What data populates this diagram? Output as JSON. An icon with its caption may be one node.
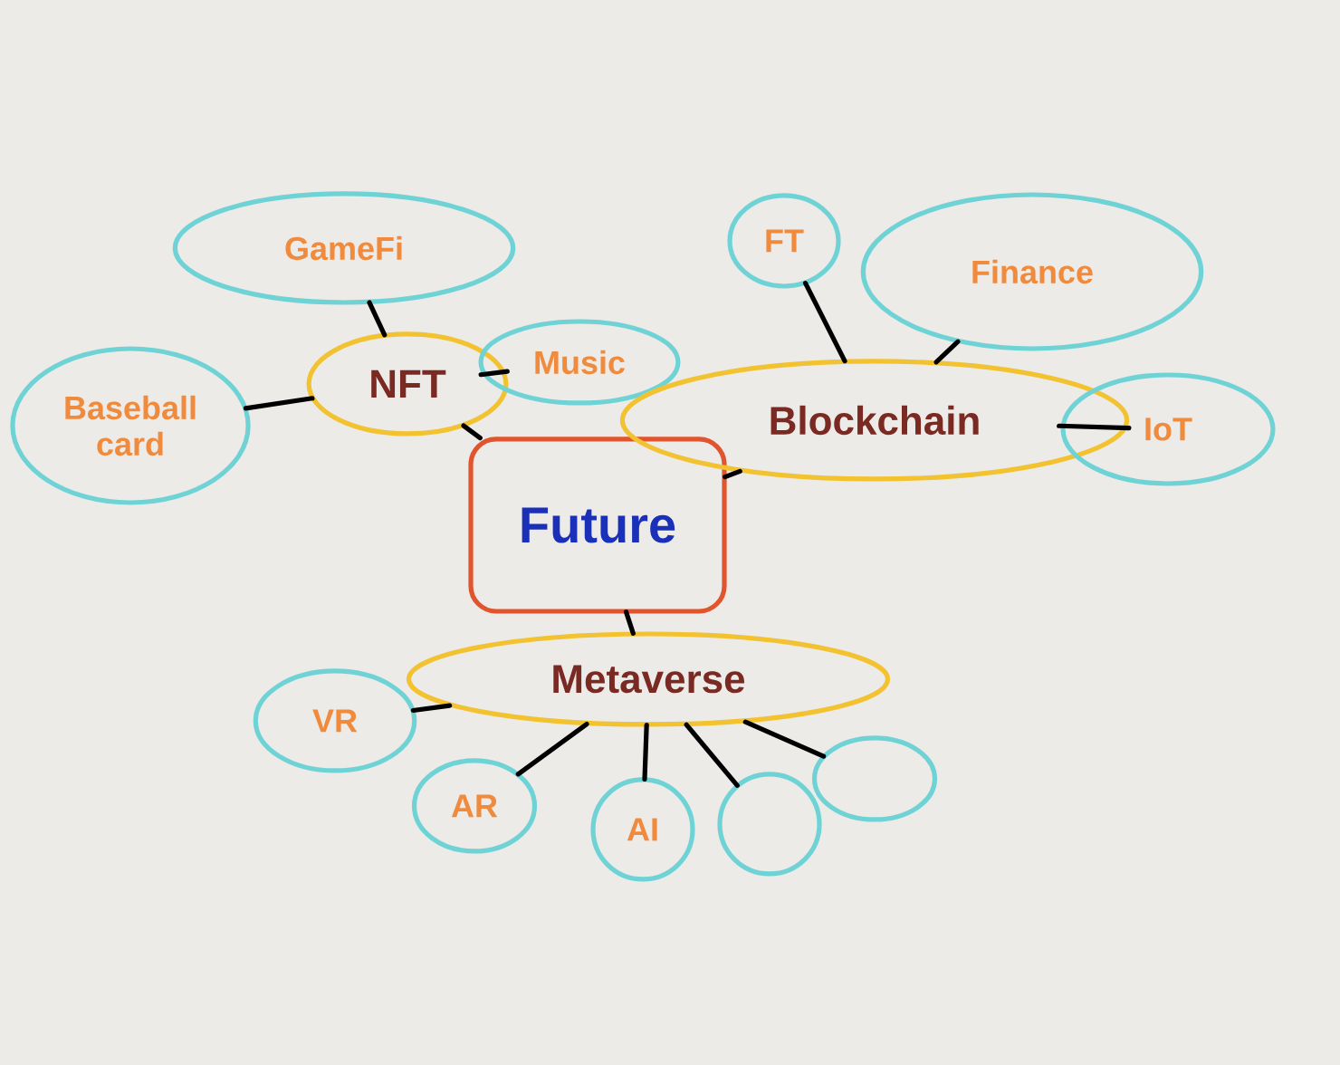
{
  "diagram": {
    "nodes": [
      {
        "text": [
          "Future"
        ]
      },
      {
        "text": [
          "NFT"
        ]
      },
      {
        "text": [
          "GameFi"
        ]
      },
      {
        "text": [
          "Baseball card"
        ]
      },
      {
        "text": [
          "Music"
        ]
      },
      {
        "text": [
          "Blockchain"
        ]
      },
      {
        "text": [
          "FT"
        ]
      },
      {
        "text": [
          "Finance"
        ]
      },
      {
        "text": [
          "IoT"
        ]
      },
      {
        "text": [
          "Metaverse"
        ]
      },
      {
        "text": [
          "VR"
        ]
      },
      {
        "text": [
          "AR"
        ]
      },
      {
        "text": [
          "AI"
        ]
      },
      {
        "text": [],
        "shape": "circle"
      },
      {
        "text": [],
        "shape": "circle"
      }
    ],
    "edges": [
      {
        "from": 1,
        "to": 2,
        "arrow": "none"
      },
      {
        "from": 1,
        "to": 3,
        "arrow": "none"
      },
      {
        "from": 1,
        "to": 4,
        "arrow": "none"
      },
      {
        "from": 0,
        "to": 1,
        "arrow": "none"
      },
      {
        "from": 5,
        "to": 6,
        "arrow": "none"
      },
      {
        "from": 5,
        "to": 7,
        "arrow": "none"
      },
      {
        "from": 5,
        "to": 8,
        "arrow": "none"
      },
      {
        "from": 0,
        "to": 5,
        "arrow": "none"
      },
      {
        "from": 0,
        "to": 9,
        "arrow": "none"
      },
      {
        "from": 9,
        "to": 10,
        "arrow": "none"
      },
      {
        "from": 9,
        "to": 11,
        "arrow": "none"
      },
      {
        "from": 9,
        "to": 12,
        "arrow": "none"
      },
      {
        "from": 9,
        "to": 13,
        "arrow": "none"
      },
      {
        "from": 9,
        "to": 14,
        "arrow": "none"
      }
    ]
  }
}
